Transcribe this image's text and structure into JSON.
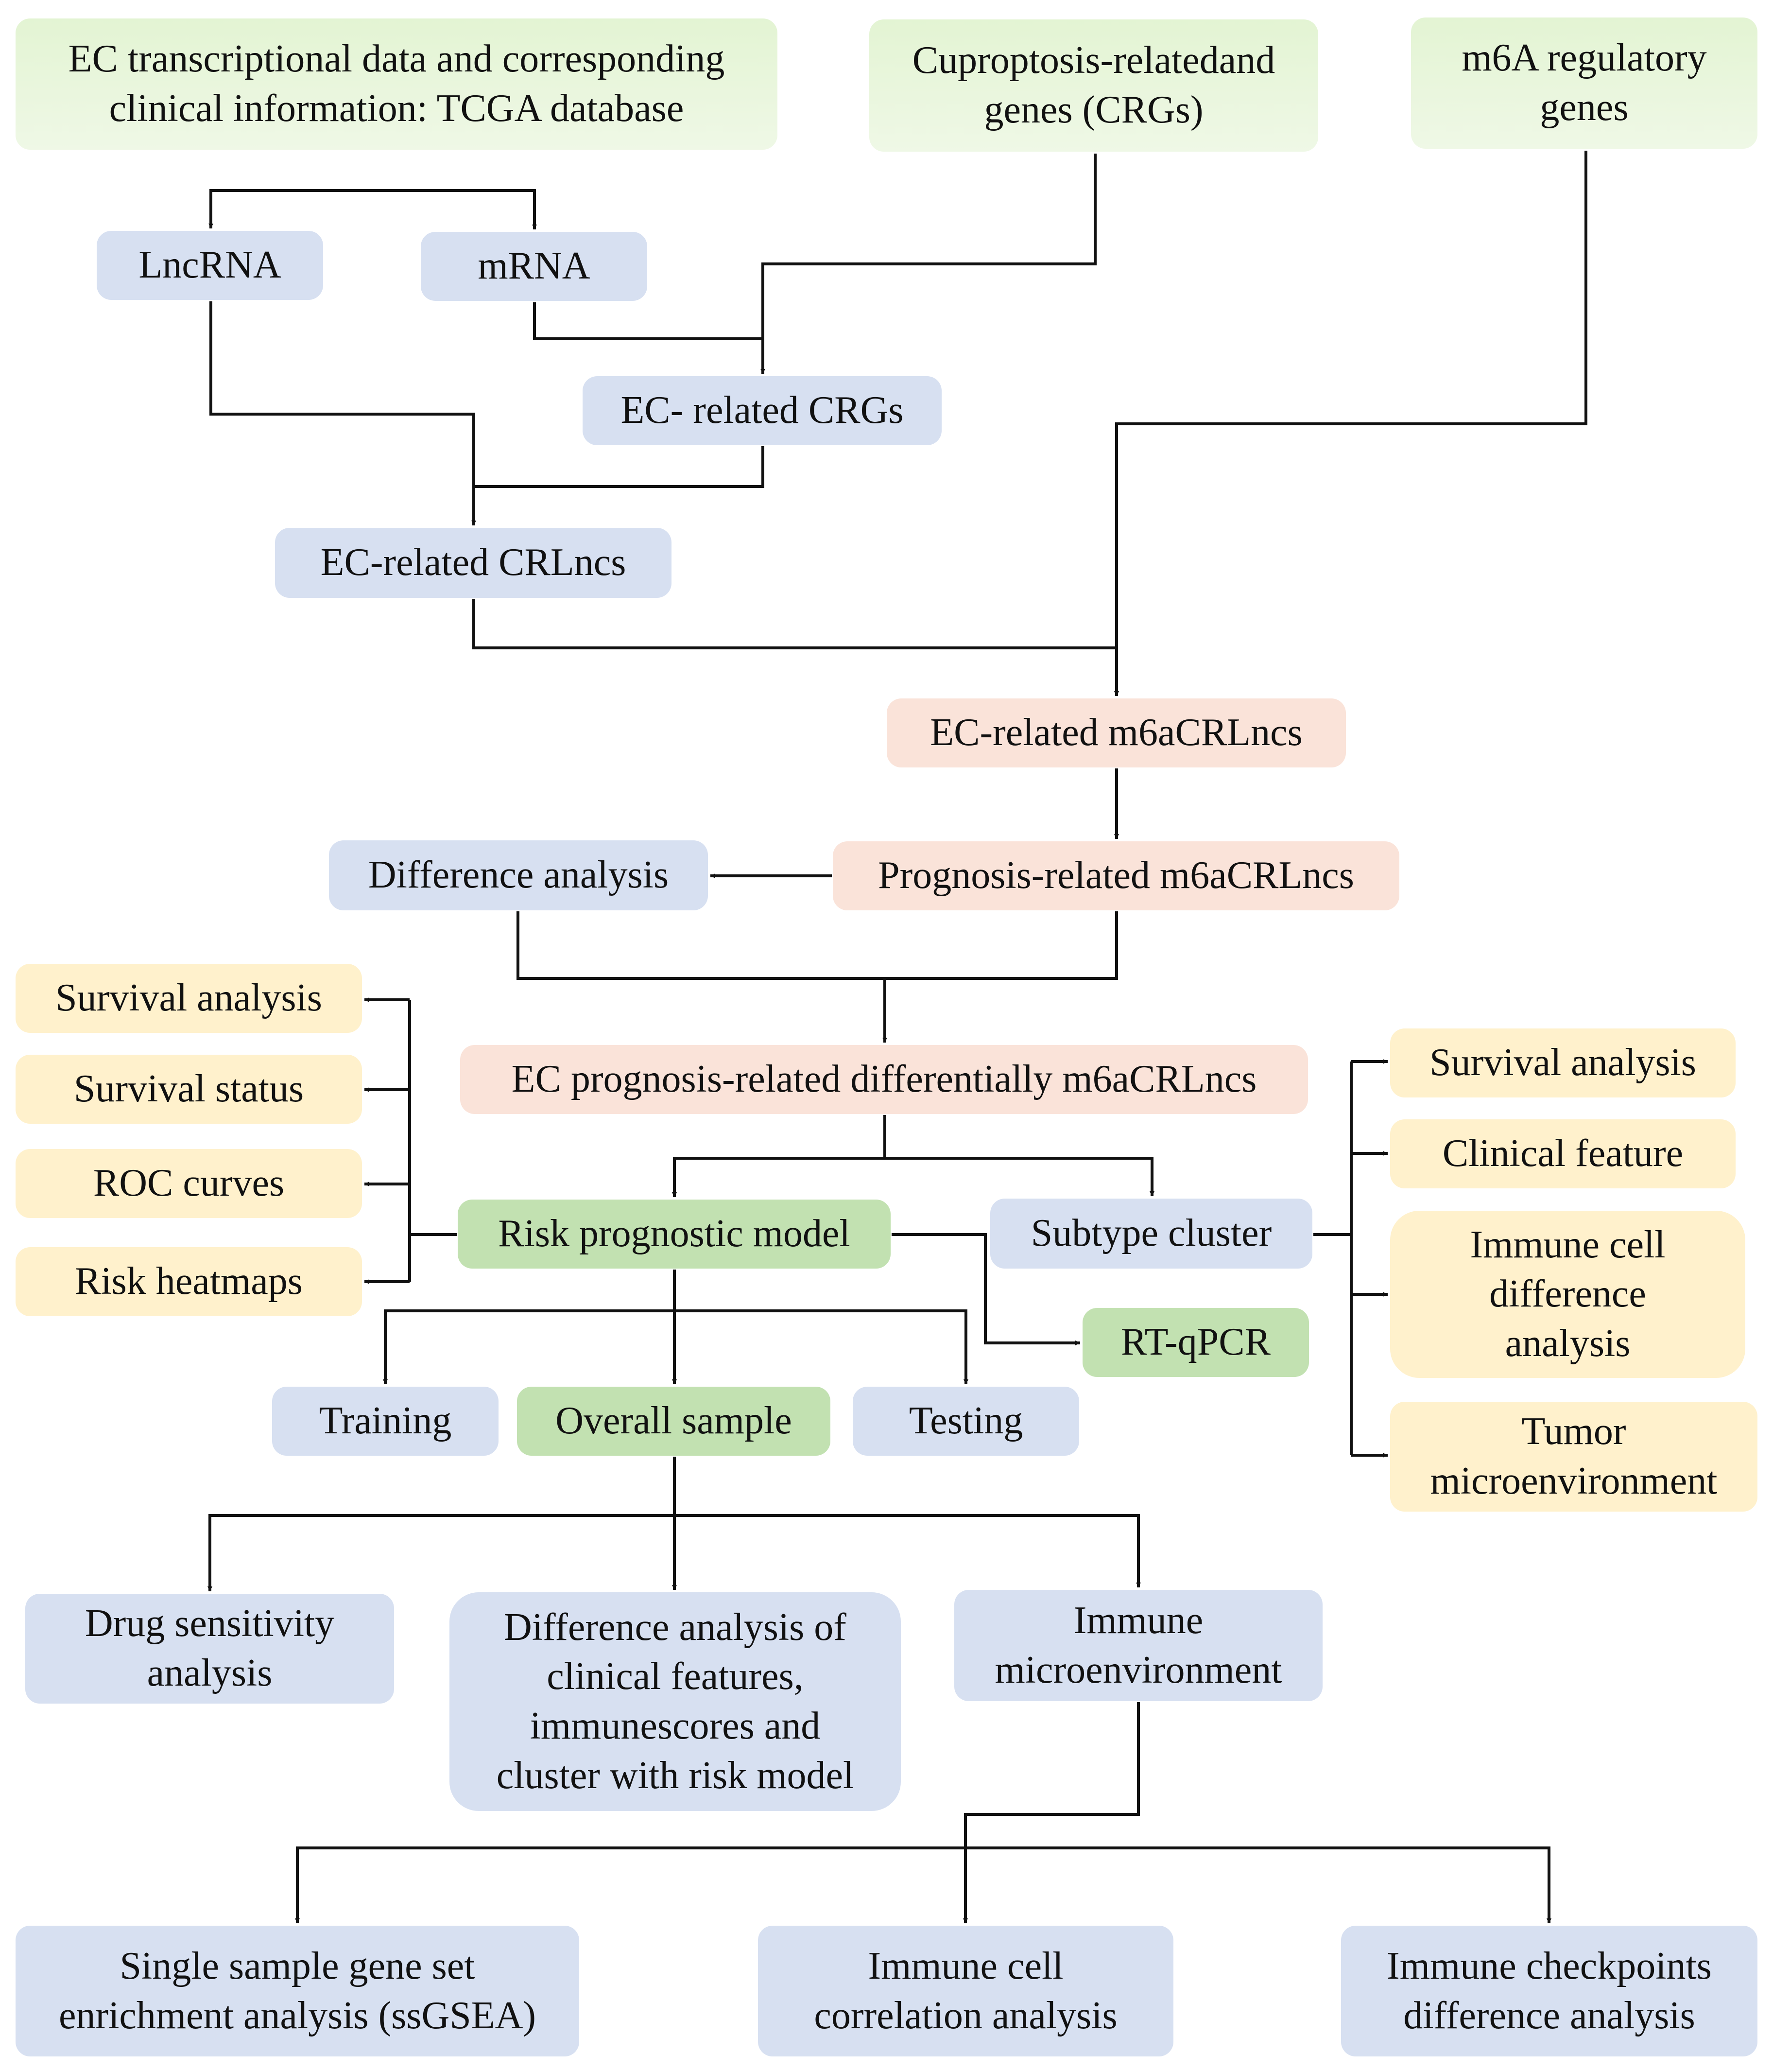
{
  "sources": {
    "tcga": [
      "EC transcriptional data and corresponding",
      "clinical information: TCGA database"
    ],
    "crgs": [
      "Cuproptosis-relatedand",
      "genes (CRGs)"
    ],
    "m6a": [
      "m6A  regulatory",
      "genes"
    ]
  },
  "pipeline": {
    "lncrna": "LncRNA",
    "mrna": "mRNA",
    "ec_crgs": "EC- related CRGs",
    "ec_crlncs": "EC-related CRLncs",
    "ec_m6acrlncs": "EC-related m6aCRLncs",
    "prognosis_m6acrlncs": "Prognosis-related m6aCRLncs",
    "difference_analysis": "Difference analysis",
    "ec_prognosis_diff": "EC prognosis-related differentially m6aCRLncs"
  },
  "risk_branch": {
    "model": "Risk prognostic model",
    "outputs": [
      "Survival analysis",
      "Survival status",
      "ROC curves",
      "Risk heatmaps"
    ],
    "rtqpcr": "RT-qPCR",
    "training": "Training",
    "overall": "Overall sample",
    "testing": "Testing"
  },
  "subtype_branch": {
    "cluster": "Subtype cluster",
    "survival": "Survival analysis",
    "clinical": "Clinical feature",
    "immune_cell_diff": [
      "Immune cell",
      "difference",
      "analysis"
    ],
    "tumor_micro": [
      "Tumor",
      "microenvironment"
    ]
  },
  "overall_branch": {
    "drug": [
      "Drug sensitivity",
      "analysis"
    ],
    "clinical_diff": [
      "Difference analysis of",
      "clinical features,",
      "immunescores and",
      "cluster with risk model"
    ],
    "immune_micro": [
      "Immune",
      "microenvironment"
    ]
  },
  "immune_branch": {
    "ssgsea": [
      "Single sample gene set",
      "enrichment analysis (ssGSEA)"
    ],
    "cell_corr": [
      "Immune cell",
      "correlation analysis"
    ],
    "checkpoints": [
      "Immune checkpoints",
      "difference analysis"
    ]
  },
  "colors": {
    "source_green": "#e3f4d3",
    "process_blue": "#d7e0f1",
    "m6a_peach": "#fae3d9",
    "result_yellow": "#fff1cc",
    "model_green": "#c2e1b1",
    "connector": "#111111"
  }
}
